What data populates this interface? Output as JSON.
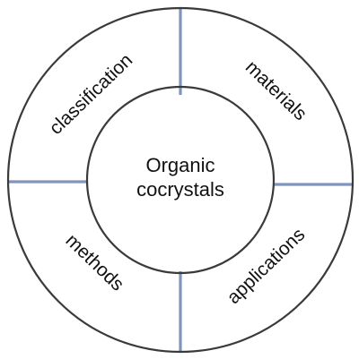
{
  "center": {
    "line1": "Organic",
    "line2": "cocrystals"
  },
  "segments": [
    {
      "label": "classification"
    },
    {
      "label": "materials"
    },
    {
      "label": "applications"
    },
    {
      "label": "methods"
    }
  ],
  "colors": {
    "ring_stroke": "#3a3a3a",
    "divider_stroke": "#7f95bd",
    "text": "#111111",
    "background": "#ffffff"
  }
}
